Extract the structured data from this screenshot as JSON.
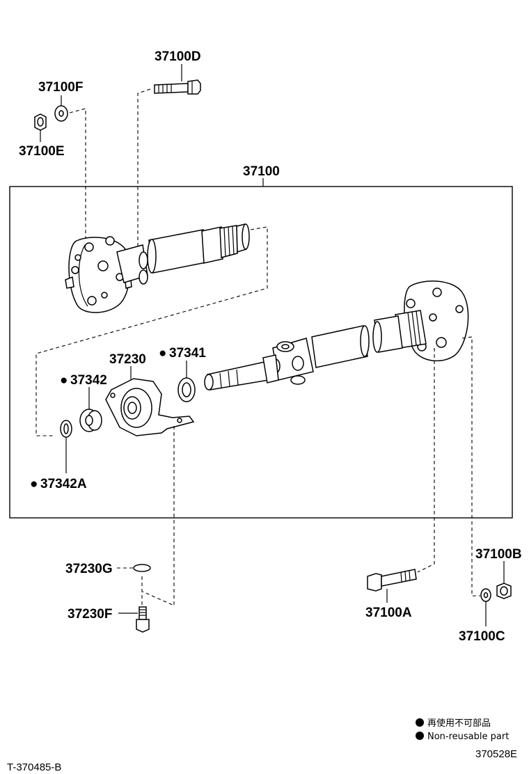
{
  "labels": {
    "p37100": "37100",
    "p37100D": "37100D",
    "p37100F": "37100F",
    "p37100E": "37100E",
    "p37230": "37230",
    "p37341": "37341",
    "p37342": "37342",
    "p37342A": "37342A",
    "p37230G": "37230G",
    "p37230F": "37230F",
    "p37100A": "37100A",
    "p37100B": "37100B",
    "p37100C": "37100C"
  },
  "non_reusable_marker": "●",
  "legend": {
    "line_jp": "再使用不可部品",
    "line_en": "Non-reusable part"
  },
  "footer": {
    "left_code": "T-370485-B",
    "right_code": "370528E"
  }
}
